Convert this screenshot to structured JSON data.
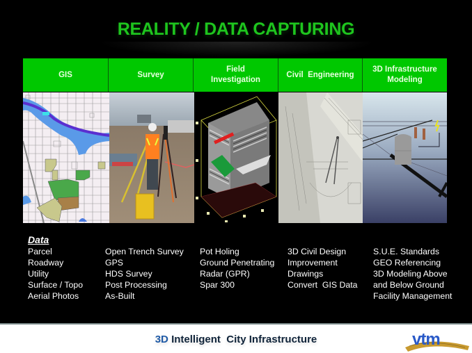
{
  "slide": {
    "title": "REALITY / DATA CAPTURING",
    "columns": [
      {
        "header": "GIS",
        "image": "gis-parcel-map",
        "items": [
          "Parcel",
          "Roadway",
          "Utility",
          "Surface / Topo",
          "Aerial Photos"
        ]
      },
      {
        "header": "Survey",
        "image": "surveyor-with-tripod-photo",
        "items": [
          "Open Trench Survey",
          "GPS",
          "HDS Survey",
          "Post Processing",
          "As-Built"
        ]
      },
      {
        "header_line1": "Field",
        "header_line2": "Investigation",
        "image": "ground-penetrating-radar-3d-cube",
        "items": [
          "Pot Holing",
          "Ground Penetrating",
          "Radar (GPR)",
          "Spar 300"
        ]
      },
      {
        "header": "Civil  Engineering",
        "image": "engineering-drawings-with-compass",
        "items": [
          "3D Civil Design",
          "Improvement",
          "Drawings",
          "Convert  GIS Data"
        ]
      },
      {
        "header_line1": "3D Infrastructure",
        "header_line2": "Modeling",
        "image": "3d-underground-pipe-model",
        "items": [
          "S.U.E. Standards",
          "GEO Referencing",
          "3D Modeling Above",
          "and Below Ground",
          "Facility Management"
        ]
      }
    ],
    "data_heading": "Data",
    "footer": {
      "accent": "3D",
      "text": " Intelligent  City Infrastructure",
      "logo_text": "vtm"
    }
  },
  "colors": {
    "title_green": "#1ec51e",
    "header_green": "#00c800",
    "background": "#000000",
    "footer_bg": "#ffffff",
    "footer_accent": "#1f5aa6"
  }
}
